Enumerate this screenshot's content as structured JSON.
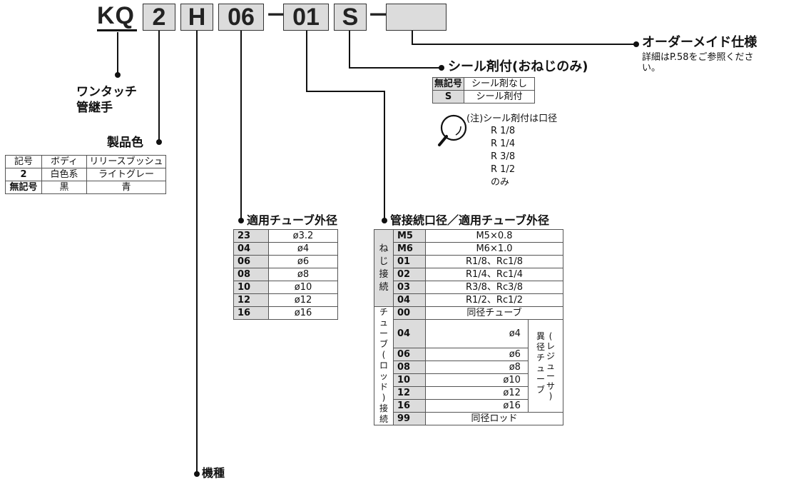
{
  "model": {
    "prefix": "KQ",
    "color_code": "2",
    "type_code": "H",
    "tube_code": "06",
    "conn_code": "01",
    "seal_code": "S",
    "custom_code": "",
    "separator": "－"
  },
  "labels": {
    "one_touch": [
      "ワンタッチ",
      "管継手"
    ],
    "product_color": "製品色",
    "tube_od": "適用チューブ外径",
    "pipe_conn": "管接続口径／適用チューブ外径",
    "seal": "シール剤付(おねじのみ)",
    "made_to_order": "オーダーメイド仕様",
    "made_to_order_note": [
      "詳細はP.58をご参照くださ",
      "い。"
    ],
    "model_type": "機種"
  },
  "color_table": {
    "headers": [
      "記号",
      "ボディ",
      "リリースブッシュ"
    ],
    "rows": [
      [
        "2",
        "白色系",
        "ライトグレー"
      ],
      [
        "無記号",
        "黒",
        "青"
      ]
    ]
  },
  "seal_table": {
    "rows": [
      [
        "無記号",
        "シール剤なし"
      ],
      [
        "S",
        "シール剤付"
      ]
    ]
  },
  "seal_note": {
    "title": "(注)シール剤付は口径",
    "items": [
      "R 1/8",
      "R 1/4",
      "R 3/8",
      "R 1/2",
      "のみ"
    ]
  },
  "tube_table": {
    "rows": [
      [
        "23",
        "ø3.2"
      ],
      [
        "04",
        "ø4"
      ],
      [
        "06",
        "ø6"
      ],
      [
        "08",
        "ø8"
      ],
      [
        "10",
        "ø10"
      ],
      [
        "12",
        "ø12"
      ],
      [
        "16",
        "ø16"
      ]
    ]
  },
  "conn_table": {
    "thread_group": [
      "ね",
      "じ",
      "接",
      "続"
    ],
    "tube_group": [
      "チ",
      "ュ",
      "ー",
      "ブ",
      "(",
      "ロ",
      "ッ",
      "ド",
      ")",
      "接",
      "続"
    ],
    "reducer_group": [
      "異",
      "径",
      "チ",
      "ュ",
      "ー",
      "ブ"
    ],
    "reducer_group_2": [
      "(",
      "レ",
      "ジ",
      "ュ",
      "ー",
      "サ",
      ")"
    ],
    "thread_rows": [
      [
        "M5",
        "M5×0.8"
      ],
      [
        "M6",
        "M6×1.0"
      ],
      [
        "01",
        "R1/8、Rc1/8"
      ],
      [
        "02",
        "R1/4、Rc1/4"
      ],
      [
        "03",
        "R3/8、Rc3/8"
      ],
      [
        "04",
        "R1/2、Rc1/2"
      ]
    ],
    "tube_rows_same": [
      "00",
      "同径チューブ"
    ],
    "reducer_rows": [
      [
        "04",
        "ø4"
      ],
      [
        "06",
        "ø6"
      ],
      [
        "08",
        "ø8"
      ],
      [
        "10",
        "ø10"
      ],
      [
        "12",
        "ø12"
      ],
      [
        "16",
        "ø16"
      ]
    ],
    "rod_row": [
      "99",
      "同径ロッド"
    ]
  }
}
